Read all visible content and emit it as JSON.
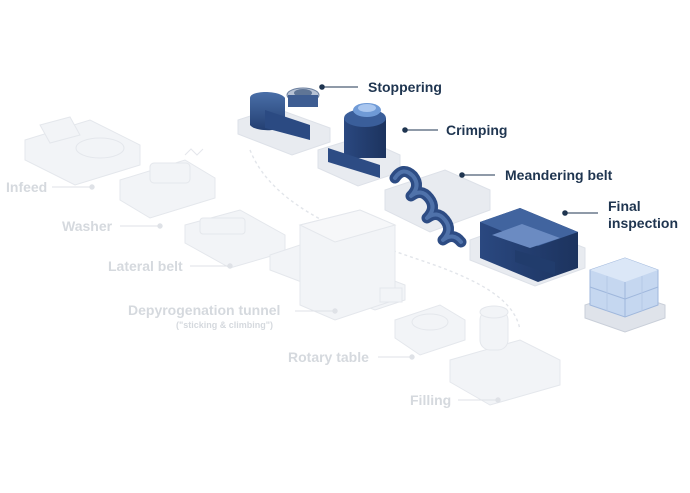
{
  "colors": {
    "active_text": "#1f3550",
    "faded_text": "#d5d9de",
    "machine_blue": "#2e4e86",
    "machine_dark": "#1f3a6a",
    "base_light": "#eceef2",
    "faded_machine": "#f1f3f6"
  },
  "stations": {
    "infeed": "Infeed",
    "washer": "Washer",
    "lateral_belt": "Lateral belt",
    "depyrogenation_tunnel": "Depyrogenation tunnel",
    "depyrogenation_note": "(\"sticking & climbing\")",
    "rotary_table": "Rotary table",
    "filling": "Filling",
    "stoppering": "Stoppering",
    "crimping": "Crimping",
    "meandering_belt": "Meandering belt",
    "final_inspection_line1": "Final",
    "final_inspection_line2": "inspection"
  }
}
